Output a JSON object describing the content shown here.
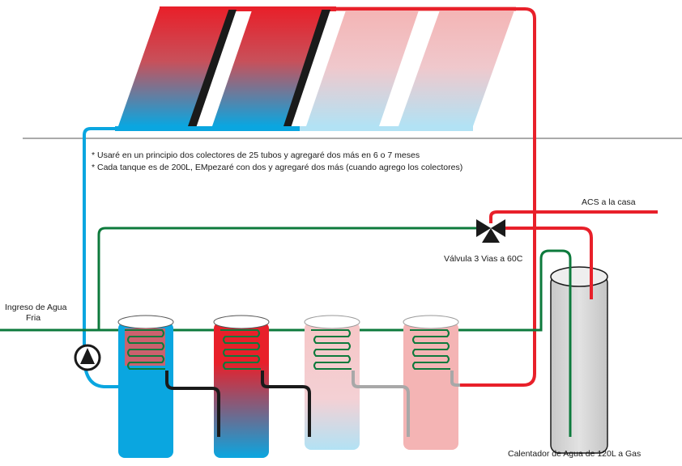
{
  "notes": [
    "* Usaré en un principio dos colectores de 25 tubos y agregaré dos más en 6 o 7 meses",
    "* Cada tanque es de 200L, EMpezaré con dos y agregaré dos más (cuando agrego los colectores)"
  ],
  "labels": {
    "inlet_line1": "Ingreso de Agua",
    "inlet_line2": "Fria",
    "acs": "ACS a la casa",
    "valve": "Válvula 3 Vias a 60C",
    "heater": "Calentador de Agua de 120L a Gas"
  },
  "colors": {
    "hot": "#e8202a",
    "cold": "#0aa6e0",
    "green": "#0d7a3c",
    "black": "#1a1a1a",
    "heater_fill": "#d5d5d5"
  }
}
